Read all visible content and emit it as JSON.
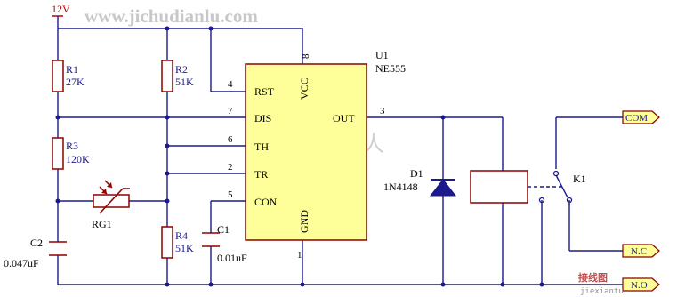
{
  "watermark": {
    "url": "www.jichudianlu.com",
    "cn": "电子懒人"
  },
  "supply": {
    "label": "12V",
    "color": "#c00000"
  },
  "chip": {
    "ref": "U1",
    "part": "NE555",
    "pins": {
      "rst": "RST",
      "dis": "DIS",
      "th": "TH",
      "tr": "TR",
      "con": "CON",
      "out": "OUT",
      "vcc": "VCC",
      "gnd": "GND"
    },
    "pin_numbers": {
      "vcc": "8",
      "rst": "4",
      "dis": "7",
      "th": "6",
      "tr": "2",
      "con": "5",
      "out": "3",
      "gnd": "1"
    }
  },
  "components": {
    "r1": {
      "ref": "R1",
      "value": "27K"
    },
    "r2": {
      "ref": "R2",
      "value": "51K"
    },
    "r3": {
      "ref": "R3",
      "value": "120K"
    },
    "r4": {
      "ref": "R4",
      "value": "51K"
    },
    "rg1": {
      "ref": "RG1"
    },
    "c1": {
      "ref": "C1",
      "value": "0.01uF"
    },
    "c2": {
      "ref": "C2",
      "value": "0.047uF"
    },
    "d1": {
      "ref": "D1",
      "value": "1N4148"
    },
    "k1": {
      "ref": "K1"
    }
  },
  "ports": {
    "com": "COM",
    "nc": "N.C",
    "no": "N.O"
  },
  "footer": {
    "site_cn": "接线图",
    "site_url": "jiexiantu"
  },
  "colors": {
    "wire": "#1a1a8c",
    "component": "#8b0000",
    "chip_fill": "#ffff99"
  }
}
